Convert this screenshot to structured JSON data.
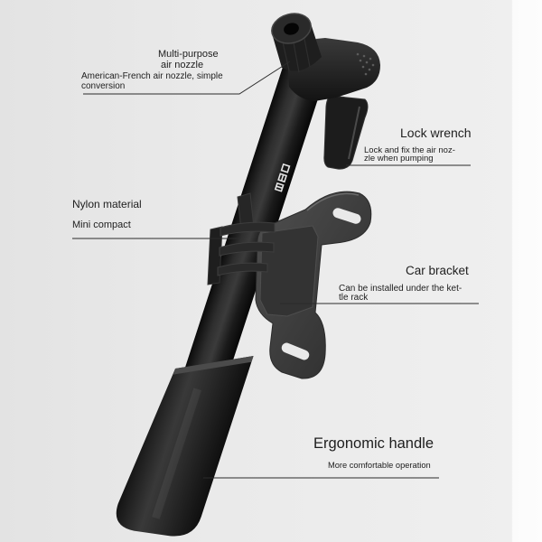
{
  "callouts": {
    "air_nozzle": {
      "title_lines": [
        "Multi-purpose",
        "air nozzle"
      ],
      "description_lines": [
        "American-French air nozzle, simple",
        "conversion"
      ]
    },
    "lock_wrench": {
      "title": "Lock wrench",
      "description_lines": [
        "Lock and fix the air noz-",
        "zle when pumping"
      ]
    },
    "nylon_material": {
      "title": "Nylon material",
      "description": "Mini compact"
    },
    "car_bracket": {
      "title": "Car bracket",
      "description_lines": [
        "Can be installed under the ket-",
        "tle rack"
      ]
    },
    "ergonomic_handle": {
      "title": "Ergonomic handle",
      "description": "More comfortable operation"
    }
  },
  "colors": {
    "background": "#e9e9e9",
    "text": "#1e1e1e",
    "leader_line": "#2b2b2b",
    "pump_body": "#1b1b1b",
    "bracket": "#3c3c3c"
  }
}
